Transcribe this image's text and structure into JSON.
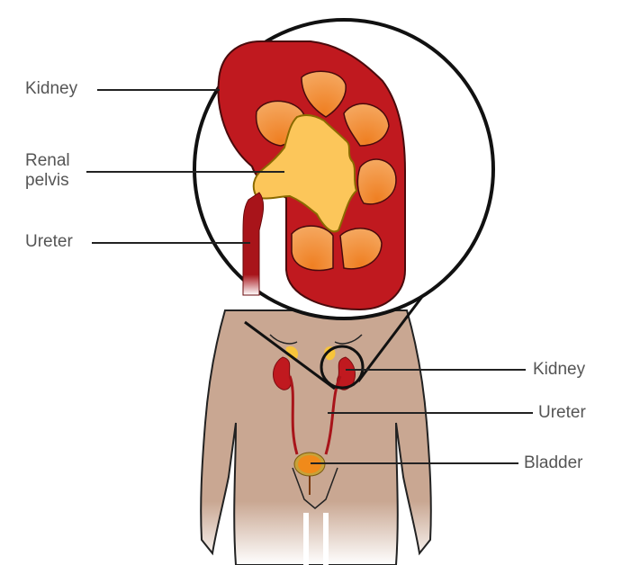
{
  "diagram": {
    "type": "anatomical-illustration",
    "subject": "Urinary system with kidney cross-section",
    "colors": {
      "kidney_red": "#c0191f",
      "kidney_outline": "#7a0c10",
      "pyramid_orange": "#f19a4a",
      "pelvis_yellow": "#fcc65a",
      "skin": "#c9a792",
      "bladder_orange": "#f08a1a",
      "line": "#111111",
      "label_text": "#555555"
    },
    "labels_left": [
      {
        "text": "Kidney"
      },
      {
        "text": "Renal\npelvis"
      },
      {
        "text": "Ureter"
      }
    ],
    "labels_right": [
      {
        "text": "Kidney"
      },
      {
        "text": "Ureter"
      },
      {
        "text": "Bladder"
      }
    ]
  }
}
